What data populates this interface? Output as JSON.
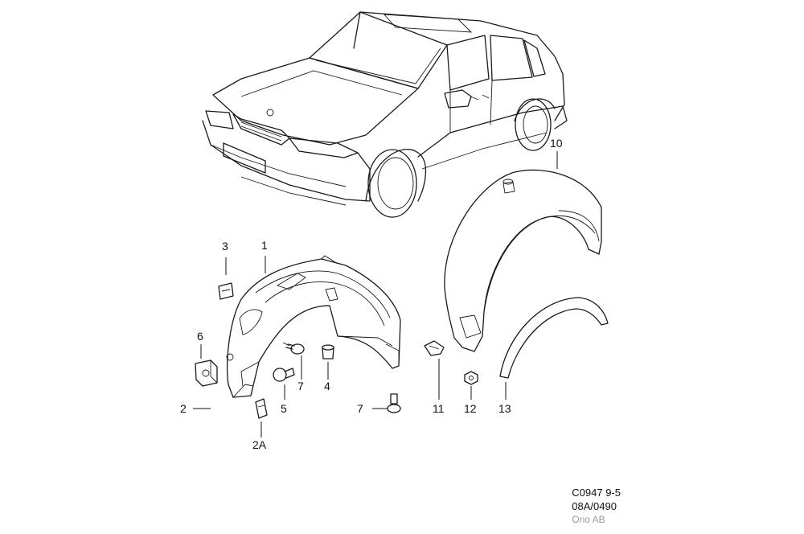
{
  "callouts": {
    "c1": "1",
    "c2": "2",
    "c2a": "2A",
    "c3": "3",
    "c4": "4",
    "c5": "5",
    "c6": "6",
    "c7a": "7",
    "c7b": "7",
    "c10": "10",
    "c11": "11",
    "c12": "12",
    "c13": "13"
  },
  "footer": {
    "code": "C0947 9-5",
    "ref": "08A/0490",
    "org": "Orio AB"
  }
}
